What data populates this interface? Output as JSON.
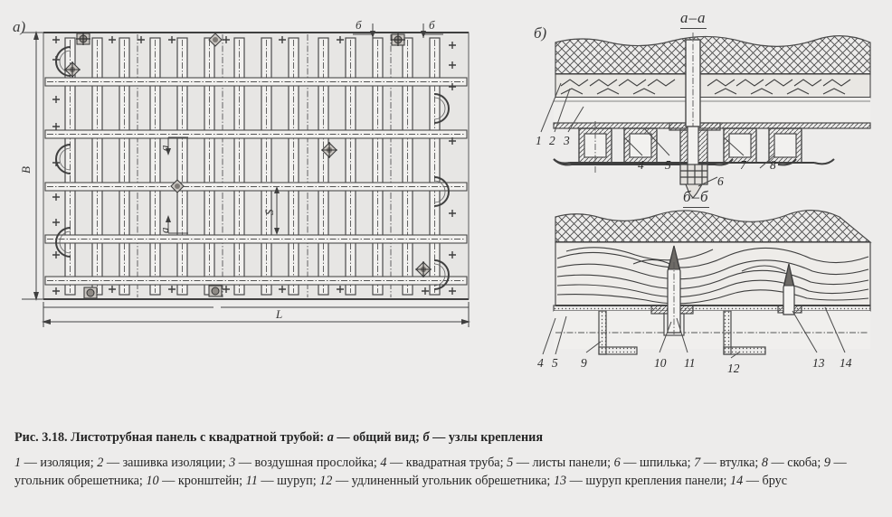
{
  "figure": {
    "panel_a_label": "a)",
    "panel_b_label": "б)",
    "section_aa_title": "а–а",
    "section_bb_title": "б–б",
    "dimensions": {
      "height_label": "В",
      "length_label": "L",
      "spacing_label": "S",
      "section_a_marker": "а",
      "section_b_marker": "б"
    },
    "callouts_aa": [
      "1",
      "2",
      "3",
      "4",
      "5",
      "6",
      "7",
      "8"
    ],
    "callouts_bb": [
      "4",
      "5",
      "9",
      "10",
      "11",
      "12",
      "13",
      "14"
    ]
  },
  "caption": {
    "figure_number": "Рис. 3.18.",
    "title": "Листотрубная панель с квадратной трубой:",
    "title_part_a_key": "а",
    "title_part_a_text": " — общий вид; ",
    "title_part_b_key": "б",
    "title_part_b_text": " — узлы крепления",
    "legend_items": [
      {
        "num": "1",
        "text": "изоляция"
      },
      {
        "num": "2",
        "text": "зашивка изоляции"
      },
      {
        "num": "3",
        "text": "воздушная прослойка"
      },
      {
        "num": "4",
        "text": "квадратная труба"
      },
      {
        "num": "5",
        "text": "листы панели"
      },
      {
        "num": "6",
        "text": "шпилька"
      },
      {
        "num": "7",
        "text": "втулка"
      },
      {
        "num": "8",
        "text": "скоба"
      },
      {
        "num": "9",
        "text": "угольник обрешетника"
      },
      {
        "num": "10",
        "text": "кронштейн"
      },
      {
        "num": "11",
        "text": "шуруп"
      },
      {
        "num": "12",
        "text": "удлиненный угольник обрешетника"
      },
      {
        "num": "13",
        "text": "шуруп крепления панели"
      },
      {
        "num": "14",
        "text": "брус"
      }
    ],
    "legend_dash": " — ",
    "legend_sep": "; "
  },
  "colors": {
    "background": "#edeceb",
    "ink": "#3f3f3f",
    "panel_fill": "#e7e6e4"
  }
}
